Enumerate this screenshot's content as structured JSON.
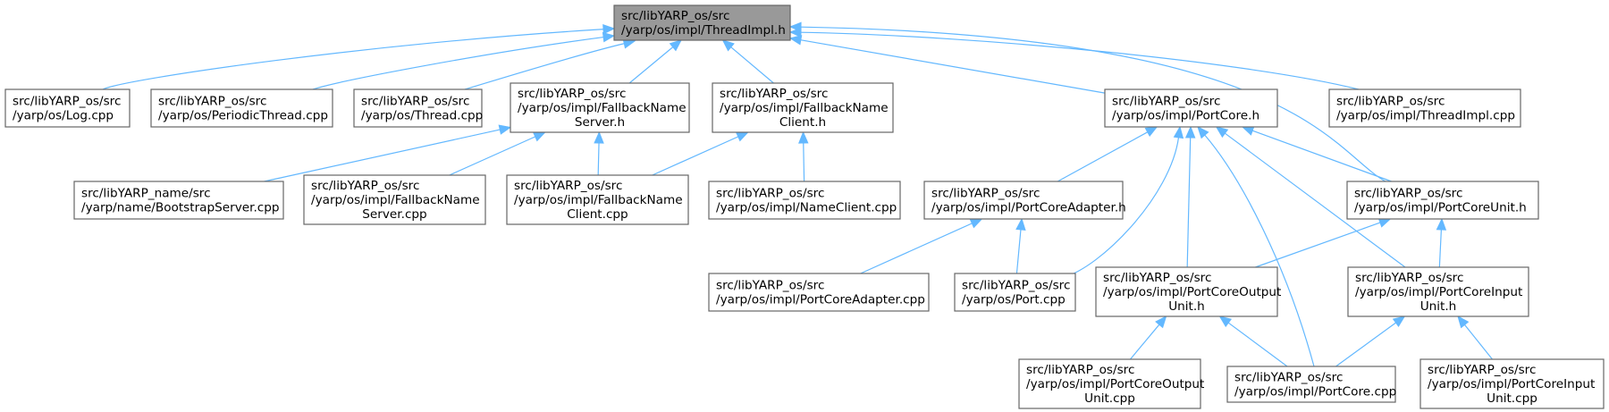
{
  "diagram": {
    "nodes": {
      "thread_impl_h": [
        "src/libYARP_os/src",
        "/yarp/os/impl/ThreadImpl.h"
      ],
      "log_cpp": [
        "src/libYARP_os/src",
        "/yarp/os/Log.cpp"
      ],
      "periodic_thread_cpp": [
        "src/libYARP_os/src",
        "/yarp/os/PeriodicThread.cpp"
      ],
      "thread_cpp": [
        "src/libYARP_os/src",
        "/yarp/os/Thread.cpp"
      ],
      "fallback_name_server_h": [
        "src/libYARP_os/src",
        "/yarp/os/impl/FallbackName",
        "Server.h"
      ],
      "fallback_name_client_h": [
        "src/libYARP_os/src",
        "/yarp/os/impl/FallbackName",
        "Client.h"
      ],
      "port_core_h": [
        "src/libYARP_os/src",
        "/yarp/os/impl/PortCore.h"
      ],
      "thread_impl_cpp": [
        "src/libYARP_os/src",
        "/yarp/os/impl/ThreadImpl.cpp"
      ],
      "bootstrap_server_cpp": [
        "src/libYARP_name/src",
        "/yarp/name/BootstrapServer.cpp"
      ],
      "fallback_name_server_cpp": [
        "src/libYARP_os/src",
        "/yarp/os/impl/FallbackName",
        "Server.cpp"
      ],
      "fallback_name_client_cpp": [
        "src/libYARP_os/src",
        "/yarp/os/impl/FallbackName",
        "Client.cpp"
      ],
      "name_client_cpp": [
        "src/libYARP_os/src",
        "/yarp/os/impl/NameClient.cpp"
      ],
      "port_core_adapter_h": [
        "src/libYARP_os/src",
        "/yarp/os/impl/PortCoreAdapter.h"
      ],
      "port_core_unit_h": [
        "src/libYARP_os/src",
        "/yarp/os/impl/PortCoreUnit.h"
      ],
      "port_core_adapter_cpp": [
        "src/libYARP_os/src",
        "/yarp/os/impl/PortCoreAdapter.cpp"
      ],
      "port_cpp": [
        "src/libYARP_os/src",
        "/yarp/os/Port.cpp"
      ],
      "port_core_output_unit_h": [
        "src/libYARP_os/src",
        "/yarp/os/impl/PortCoreOutput",
        "Unit.h"
      ],
      "port_core_input_unit_h": [
        "src/libYARP_os/src",
        "/yarp/os/impl/PortCoreInput",
        "Unit.h"
      ],
      "port_core_output_unit_cpp": [
        "src/libYARP_os/src",
        "/yarp/os/impl/PortCoreOutput",
        "Unit.cpp"
      ],
      "port_core_cpp": [
        "src/libYARP_os/src",
        "/yarp/os/impl/PortCore.cpp"
      ],
      "port_core_input_unit_cpp": [
        "src/libYARP_os/src",
        "/yarp/os/impl/PortCoreInput",
        "Unit.cpp"
      ]
    },
    "edges": [
      [
        "log_cpp",
        "thread_impl_h"
      ],
      [
        "periodic_thread_cpp",
        "thread_impl_h"
      ],
      [
        "thread_cpp",
        "thread_impl_h"
      ],
      [
        "fallback_name_server_h",
        "thread_impl_h"
      ],
      [
        "fallback_name_client_h",
        "thread_impl_h"
      ],
      [
        "port_core_h",
        "thread_impl_h"
      ],
      [
        "thread_impl_cpp",
        "thread_impl_h"
      ],
      [
        "port_core_unit_h",
        "thread_impl_h"
      ],
      [
        "bootstrap_server_cpp",
        "fallback_name_server_h"
      ],
      [
        "fallback_name_server_cpp",
        "fallback_name_server_h"
      ],
      [
        "fallback_name_client_cpp",
        "fallback_name_server_h"
      ],
      [
        "fallback_name_client_cpp",
        "fallback_name_client_h"
      ],
      [
        "name_client_cpp",
        "fallback_name_client_h"
      ],
      [
        "port_core_adapter_h",
        "port_core_h"
      ],
      [
        "port_cpp",
        "port_core_h"
      ],
      [
        "port_core_output_unit_h",
        "port_core_h"
      ],
      [
        "port_core_cpp",
        "port_core_h"
      ],
      [
        "port_core_input_unit_h",
        "port_core_h"
      ],
      [
        "port_core_unit_h",
        "port_core_h"
      ],
      [
        "port_core_adapter_cpp",
        "port_core_adapter_h"
      ],
      [
        "port_cpp",
        "port_core_adapter_h"
      ],
      [
        "port_core_output_unit_h",
        "port_core_unit_h"
      ],
      [
        "port_core_input_unit_h",
        "port_core_unit_h"
      ],
      [
        "port_core_output_unit_cpp",
        "port_core_output_unit_h"
      ],
      [
        "port_core_cpp",
        "port_core_output_unit_h"
      ],
      [
        "port_core_cpp",
        "port_core_input_unit_h"
      ],
      [
        "port_core_input_unit_cpp",
        "port_core_input_unit_h"
      ]
    ]
  },
  "colors": {
    "root_fill": "#999999",
    "node_fill": "#ffffff",
    "node_border": "#666666",
    "edge": "#63b8ff",
    "text": "#000000"
  }
}
